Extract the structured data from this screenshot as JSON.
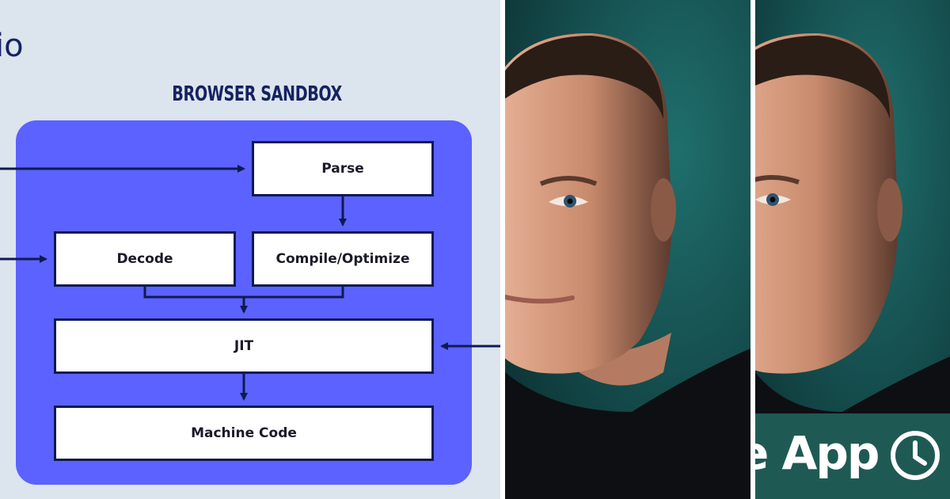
{
  "left_panel": {
    "cut_title": "io",
    "sandbox_title": "BROWSER SANDBOX",
    "boxes": {
      "parse": "Parse",
      "decode": "Decode",
      "compile": "Compile/Optimize",
      "jit": "JIT",
      "machine_code": "Machine Code"
    },
    "colors": {
      "background": "#dce4ee",
      "sandbox": "#5b62ff",
      "navy": "#0f1a52"
    }
  },
  "right_panel": {
    "banner_text": "e App",
    "banner_icon": "clock-icon",
    "banner_color": "#1e5a53",
    "photo_description_icon": "portrait-photo"
  }
}
